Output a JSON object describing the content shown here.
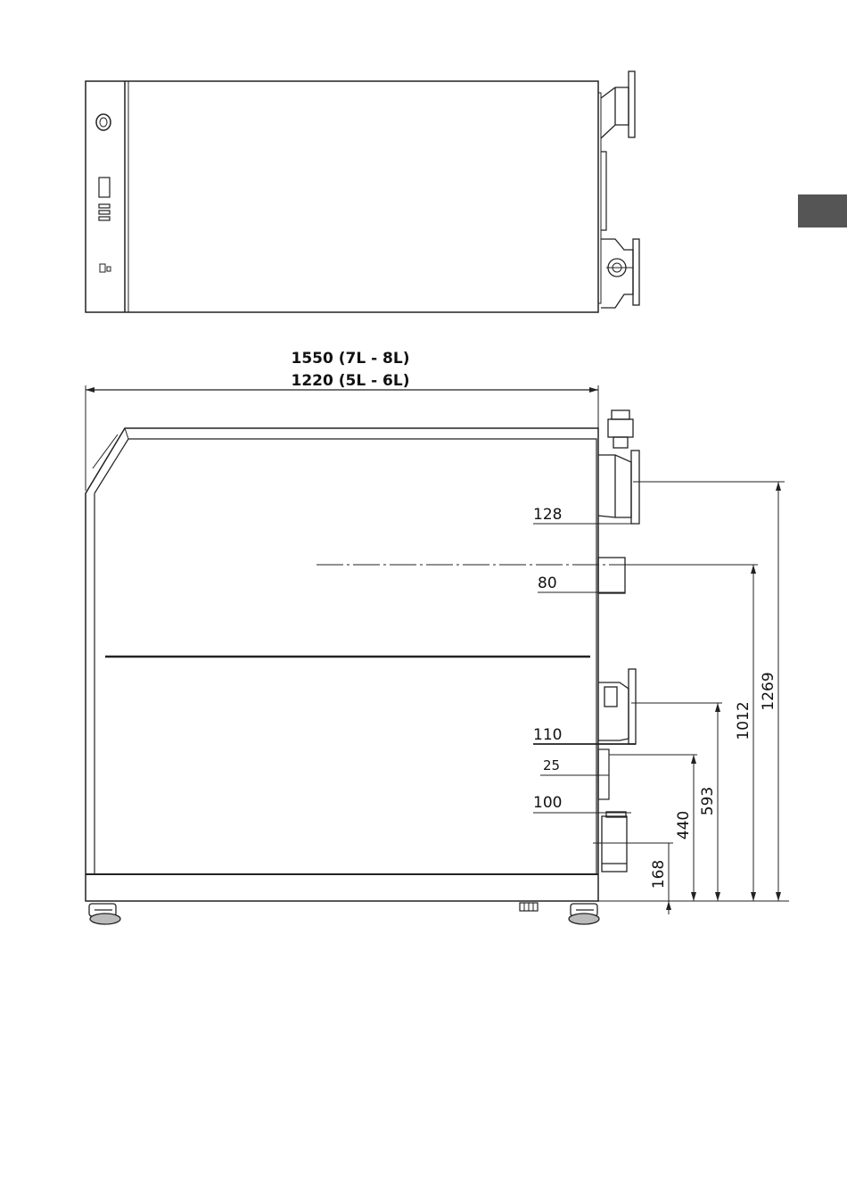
{
  "colors": {
    "line": "#222222",
    "side_tab": "#555555",
    "background": "#ffffff"
  },
  "width_labels": {
    "large": "1550 (7L - 8L)",
    "small": "1220 (5L - 6L)"
  },
  "dimensions": {
    "d128": "128",
    "d80": "80",
    "d110": "110",
    "d25": "25",
    "d100": "100",
    "d1269": "1269",
    "d1012": "1012",
    "d593": "593",
    "d440": "440",
    "d168": "168"
  }
}
